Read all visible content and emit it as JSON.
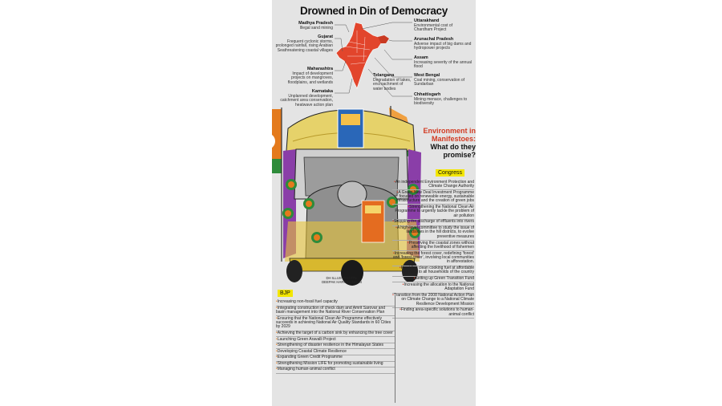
{
  "title": "Drowned in Din of Democracy",
  "states_left": [
    {
      "name": "Madhya Pradesh",
      "desc": "Illegal sand mining"
    },
    {
      "name": "Gujarat",
      "desc": "Frequent cyclonic storms, prolonged rainfall, rising Arabian Seathreatening coastal villages"
    },
    {
      "name": "Maharashtra",
      "desc": "Impact of development projects on mangroves, floodplains, and wetlands"
    },
    {
      "name": "Karnataka",
      "desc": "Unplanned development, catchment area conservation, heatwave action plan"
    }
  ],
  "states_right": [
    {
      "name": "Uttarakhand",
      "desc": "Environmental cost of Chardham Project"
    },
    {
      "name": "Arunachal Pradesh",
      "desc": "Adverse impact of big dams and hydropower projects"
    },
    {
      "name": "Assam",
      "desc": "Increasing severity of the annual flood"
    },
    {
      "name": "West Bengal",
      "desc": "Coal mining, conservation of Sundarban"
    },
    {
      "name": "Chhattisgarh",
      "desc": "Mining menace, challenges to biodiversity"
    }
  ],
  "state_center": {
    "name": "Telangana",
    "desc": "Degradation of lakes, encroachment of water bodies"
  },
  "credit": "DH ILLUSTRATION: DEEPAK HARICHANDAN",
  "section": {
    "line1": "Environment in",
    "line2": "Manifestoes:",
    "line3": "What do they",
    "line4": "promise?"
  },
  "congress": {
    "label": "Congress",
    "items": [
      "An independent Environment Protection and Climate Change Authority",
      "A Green New Deal Investment Programme focused on renewable energy, sustainable infrastructure and the creation of green jobs",
      "Strengthening the National Clean Air Programme to urgently tackle the problem of air pollution",
      "Stopping the discharge of effluents into rivers",
      "A high-level committee to study the issue of landslides in the hill districts, to evolve preventive measures",
      "Preserving the coastal zones without affecting the livelihood of fishermen",
      "Increasing the forest cover, redefining 'forest' and 'forest cover', involving local communities in afforestation.",
      "Providing clean cooking fuel at affordable prices to all households of the country",
      "Setting up Green Transition Fund",
      "Increasing the allocation to the National Adaptation Fund",
      "Transition from the 2008 National Action Plan on Climate Change to a National Climate Resilience Development Mission",
      "Finding area-specific solutions to human-animal conflict"
    ]
  },
  "bjp": {
    "label": "BJP",
    "items": [
      "Increasing non-fossil fuel capacity",
      "Integrating construction of check dam and Amrit Sarovar and basin management into the National River Conservation Plan",
      "Ensuring that the National Clean Air Programme effectively succeeds in achieving National Air Quality Standards in 60 Cities by 2029",
      "Achieving the target of a carbon sink by enhancing the tree cover",
      "Launching Green Aravalli Project",
      "Strengthening of disaster resilience in the Himalayan States",
      "Developing Coastal Climate Resilience",
      "Expanding Green Credit Programme",
      "Strengthening Mission LIFE for promoting sustainable living",
      "Managing human-animal conflict"
    ]
  },
  "colors": {
    "accent": "#d23a22",
    "highlight": "#f3e600",
    "panel": "#e4e4e4",
    "saffron": "#e47a1c",
    "green": "#2e8b3a"
  }
}
